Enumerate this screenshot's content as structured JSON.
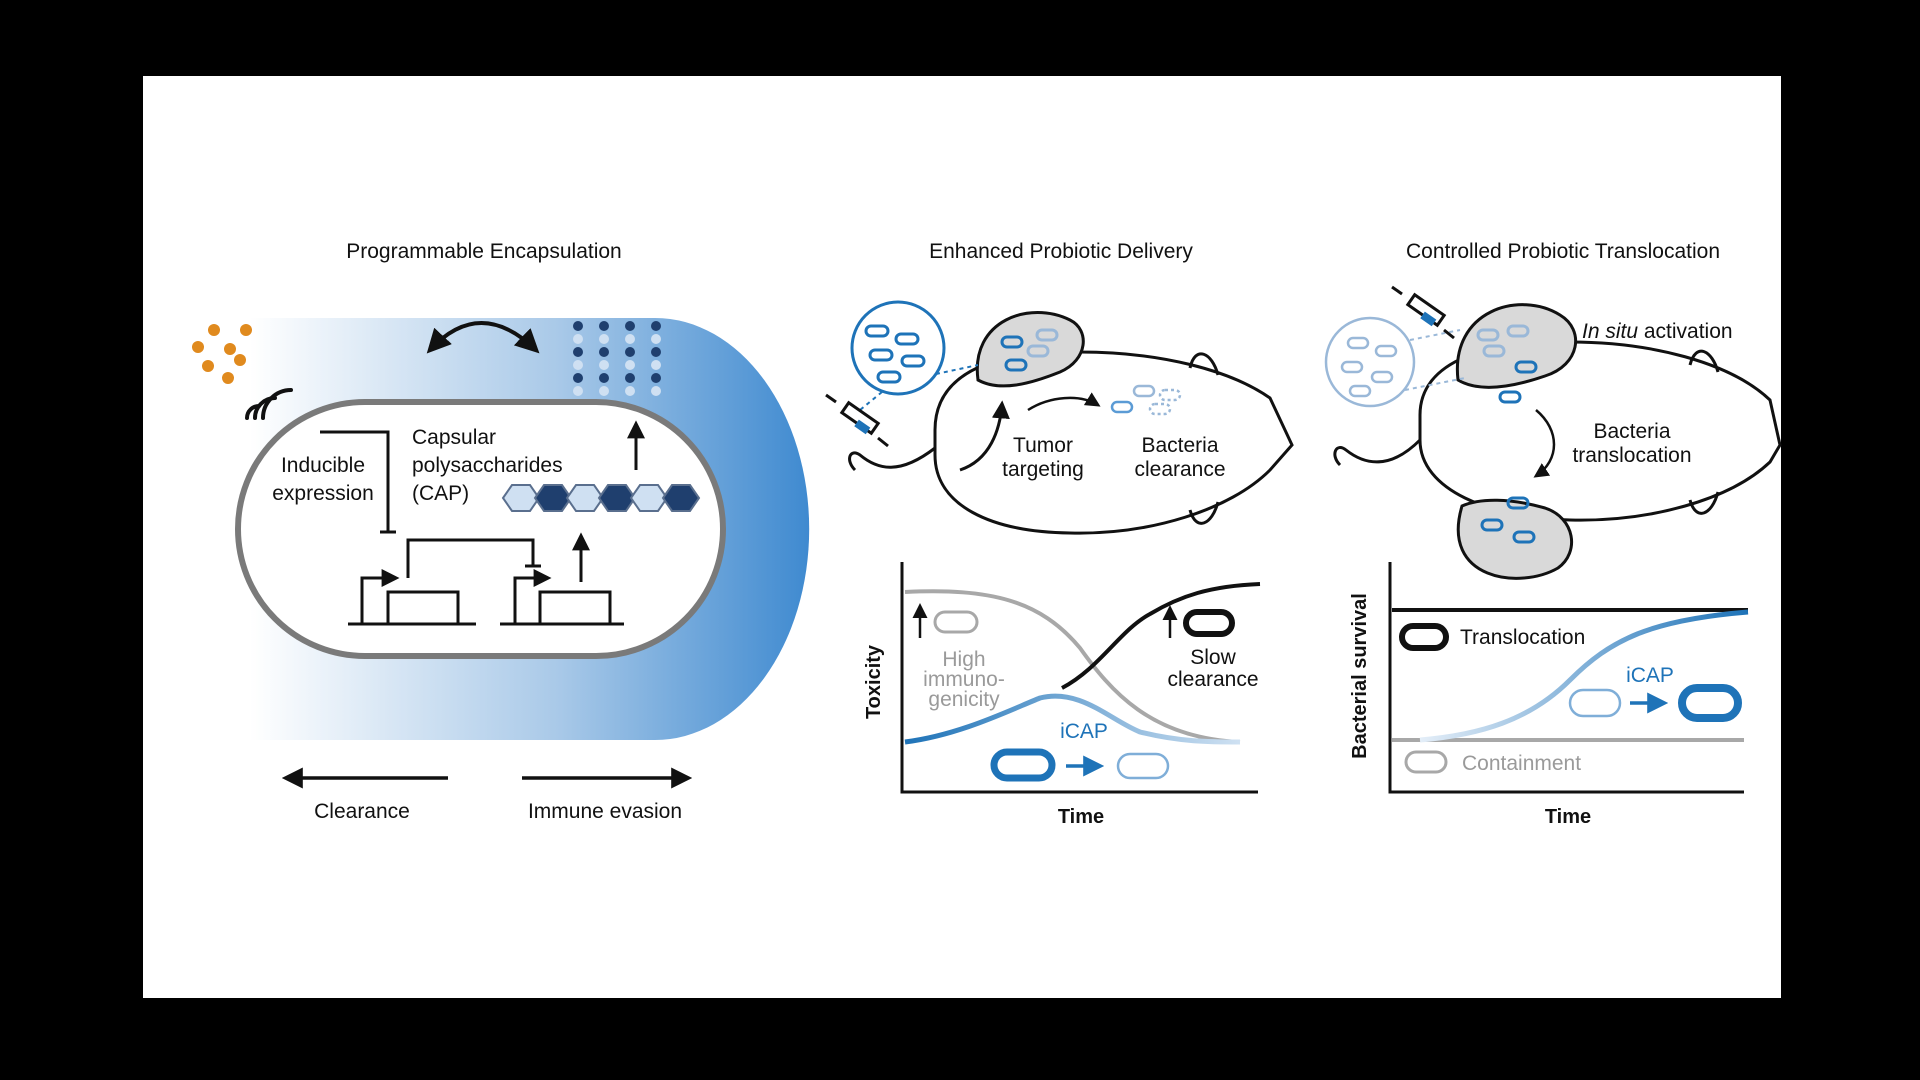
{
  "panels": {
    "encapsulation": {
      "title": "Programmable Encapsulation",
      "inducible_line1": "Inducible",
      "inducible_line2": "expression",
      "cap_line1": "Capsular",
      "cap_line2": "polysaccharides",
      "cap_line3": "(CAP)",
      "clearance": "Clearance",
      "immune_evasion": "Immune evasion"
    },
    "delivery": {
      "title": "Enhanced Probiotic Delivery",
      "tumor_line1": "Tumor",
      "tumor_line2": "targeting",
      "bact_clear_line1": "Bacteria",
      "bact_clear_line2": "clearance",
      "y_axis": "Toxicity",
      "x_axis": "Time",
      "high_line1": "High",
      "high_line2": "immuno-",
      "high_line3": "genicity",
      "slow_line1": "Slow",
      "slow_line2": "clearance",
      "icap": "iCAP"
    },
    "translocation": {
      "title": "Controlled Probiotic Translocation",
      "insitu_italic": "In situ",
      "insitu_rest": " activation",
      "bact_trans_line1": "Bacteria",
      "bact_trans_line2": "translocation",
      "y_axis": "Bacterial survival",
      "x_axis": "Time",
      "translocation": "Translocation",
      "containment": "Containment",
      "icap": "iCAP"
    }
  },
  "colors": {
    "blue": "#1e73b8",
    "light_blue": "#5b9bd5",
    "gray": "#9a9a9a",
    "navy": "#1f3f6e"
  }
}
